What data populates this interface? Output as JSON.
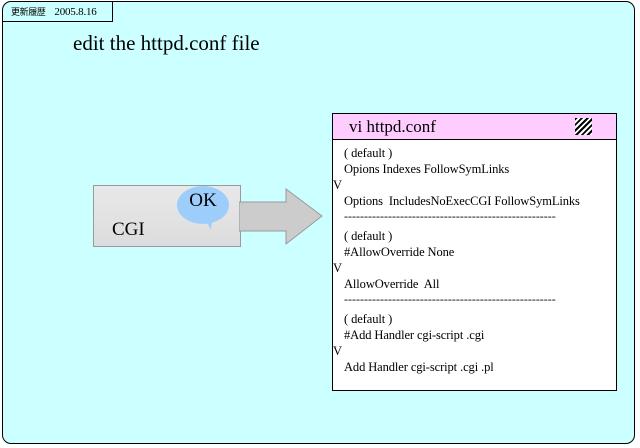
{
  "page": {
    "background_color": "#ccffff",
    "border_color": "#000000"
  },
  "header": {
    "revision_label": "更新履歴",
    "revision_date": "2005.8.16"
  },
  "title": "edit the httpd.conf file",
  "diagram": {
    "box_label": "CGI",
    "badge_label": "OK",
    "badge_color": "#9dcdfa",
    "box_color": "#e4e4e4",
    "arrow_color": "#c8c8c8",
    "arrow_icon": "right-arrow-icon"
  },
  "vi_window": {
    "title": "vi httpd.conf",
    "titlebar_color": "#ffccff",
    "icon": "hatched-square-icon",
    "separator": "-----------------------------------------------------",
    "blocks": [
      {
        "default_label": "( default )",
        "before": "Opions Indexes FollowSymLinks",
        "arrow": "V",
        "after": "Options  IncludesNoExecCGI FollowSymLinks"
      },
      {
        "default_label": "( default )",
        "before": "#AllowOverride None",
        "arrow": "V",
        "after": "AllowOverride  All"
      },
      {
        "default_label": "( default )",
        "before": "#Add Handler cgi-script .cgi",
        "arrow": "V",
        "after": "Add Handler cgi-script .cgi .pl"
      }
    ]
  }
}
